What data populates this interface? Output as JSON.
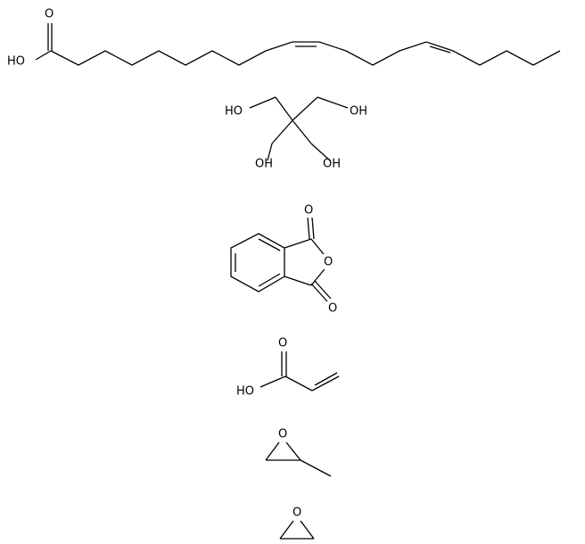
{
  "colors": {
    "bond": "#000000",
    "label": "#000000",
    "background": "#ffffff"
  },
  "molecules": [
    {
      "id": "linoleic-acid",
      "atoms": [
        {
          "id": "o1",
          "label": "O"
        },
        {
          "id": "oh1",
          "label": "HO"
        }
      ]
    },
    {
      "id": "pentaerythritol",
      "atoms": [
        {
          "id": "oh-tl",
          "label": "HO"
        },
        {
          "id": "oh-tr",
          "label": "OH"
        },
        {
          "id": "oh-bl",
          "label": "OH"
        },
        {
          "id": "oh-br",
          "label": "OH"
        }
      ]
    },
    {
      "id": "phthalic-anhydride",
      "atoms": [
        {
          "id": "o-top",
          "label": "O"
        },
        {
          "id": "o-ring",
          "label": "O"
        },
        {
          "id": "o-bot",
          "label": "O"
        }
      ]
    },
    {
      "id": "acrylic-acid",
      "atoms": [
        {
          "id": "o-acr",
          "label": "O"
        },
        {
          "id": "oh-acr",
          "label": "HO"
        }
      ]
    },
    {
      "id": "propylene-oxide",
      "atoms": [
        {
          "id": "o-po",
          "label": "O"
        }
      ]
    },
    {
      "id": "ethylene-oxide",
      "atoms": [
        {
          "id": "o-eo",
          "label": "O"
        }
      ]
    }
  ]
}
